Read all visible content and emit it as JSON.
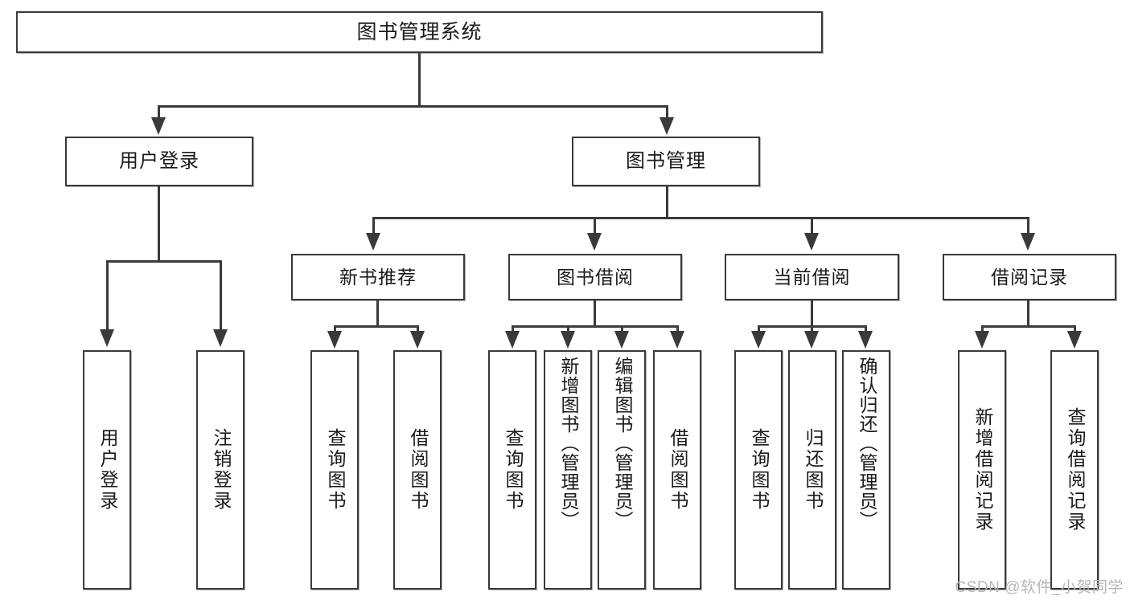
{
  "diagram": {
    "type": "tree-hierarchy",
    "title": "图书管理系统",
    "root": {
      "label": "图书管理系统"
    },
    "level2": [
      {
        "label": "用户登录"
      },
      {
        "label": "图书管理"
      }
    ],
    "level3": [
      {
        "label": "新书推荐"
      },
      {
        "label": "图书借阅"
      },
      {
        "label": "当前借阅"
      },
      {
        "label": "借阅记录"
      }
    ],
    "leaves": {
      "user_login": [
        {
          "label": "用户登录"
        },
        {
          "label": "注销登录"
        }
      ],
      "new_book": [
        {
          "label": "查询图书"
        },
        {
          "label": "借阅图书"
        }
      ],
      "book_borrow": [
        {
          "label": "查询图书"
        },
        {
          "label": "新增图书（管理员）"
        },
        {
          "label": "编辑图书（管理员）"
        },
        {
          "label": "借阅图书"
        }
      ],
      "current_borrow": [
        {
          "label": "查询图书"
        },
        {
          "label": "归还图书"
        },
        {
          "label": "确认归还（管理员）"
        }
      ],
      "borrow_record": [
        {
          "label": "新增借阅记录"
        },
        {
          "label": "查询借阅记录"
        }
      ]
    }
  },
  "watermark": {
    "text": "CSDN @软件_小贺同学"
  },
  "colors": {
    "stroke": "#3a3a3a",
    "background": "#ffffff",
    "text": "#1a1a1a",
    "watermark": "#b6b6b6"
  }
}
